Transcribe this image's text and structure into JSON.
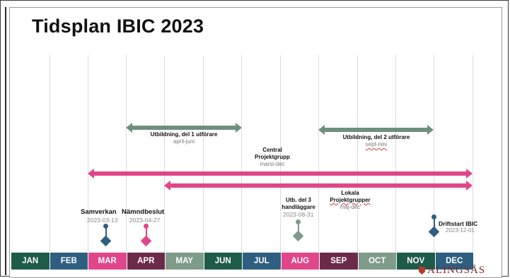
{
  "title": "Tidsplan IBIC 2023",
  "months": [
    {
      "label": "JAN",
      "color": "#1f5b4a"
    },
    {
      "label": "FEB",
      "color": "#2f5f80"
    },
    {
      "label": "MAR",
      "color": "#e0468a"
    },
    {
      "label": "APR",
      "color": "#6b2a4a"
    },
    {
      "label": "MAY",
      "color": "#7f9b8a"
    },
    {
      "label": "JUN",
      "color": "#1f5b4a"
    },
    {
      "label": "JUL",
      "color": "#2f5f80"
    },
    {
      "label": "AUG",
      "color": "#e0468a"
    },
    {
      "label": "SEP",
      "color": "#6b2a4a"
    },
    {
      "label": "OCT",
      "color": "#7f9b8a"
    },
    {
      "label": "NOV",
      "color": "#1f5b4a"
    },
    {
      "label": "DEC",
      "color": "#2f5f80"
    }
  ],
  "activities": {
    "utb1": {
      "title": "Utbildning, del 1 utförare",
      "period": "april-juni",
      "color": "#6f8f7f"
    },
    "utb2": {
      "title": "Utbildning, del 2 utförare",
      "period": "sept-nov",
      "color": "#6f8f7f"
    },
    "central": {
      "title_line1": "Central",
      "title_line2": "Projektgrupp",
      "period": "marsi-dec",
      "color": "#e0468a"
    },
    "lokala": {
      "title_line1": "Lokala",
      "title_line2": "Projektgrupper",
      "period": "maj-dec",
      "color": "#e0468a"
    }
  },
  "milestones": {
    "samverkan": {
      "title": "Samverkan",
      "date": "2023-03-13",
      "color": "#2f5f80"
    },
    "namndbeslut": {
      "title": "Nämndbeslut",
      "date": "2023-04-27",
      "color": "#e0468a"
    },
    "utb3": {
      "title_line1": "Utb. del 3",
      "title_line2": "handläggare",
      "date": "2023-08-31",
      "color": "#7f9b8a"
    },
    "driftstart": {
      "title": "Driftstart IBIC",
      "date": "2023-12-01",
      "color": "#2f5f80"
    }
  },
  "logo": {
    "text": "ALINGSÅS"
  }
}
